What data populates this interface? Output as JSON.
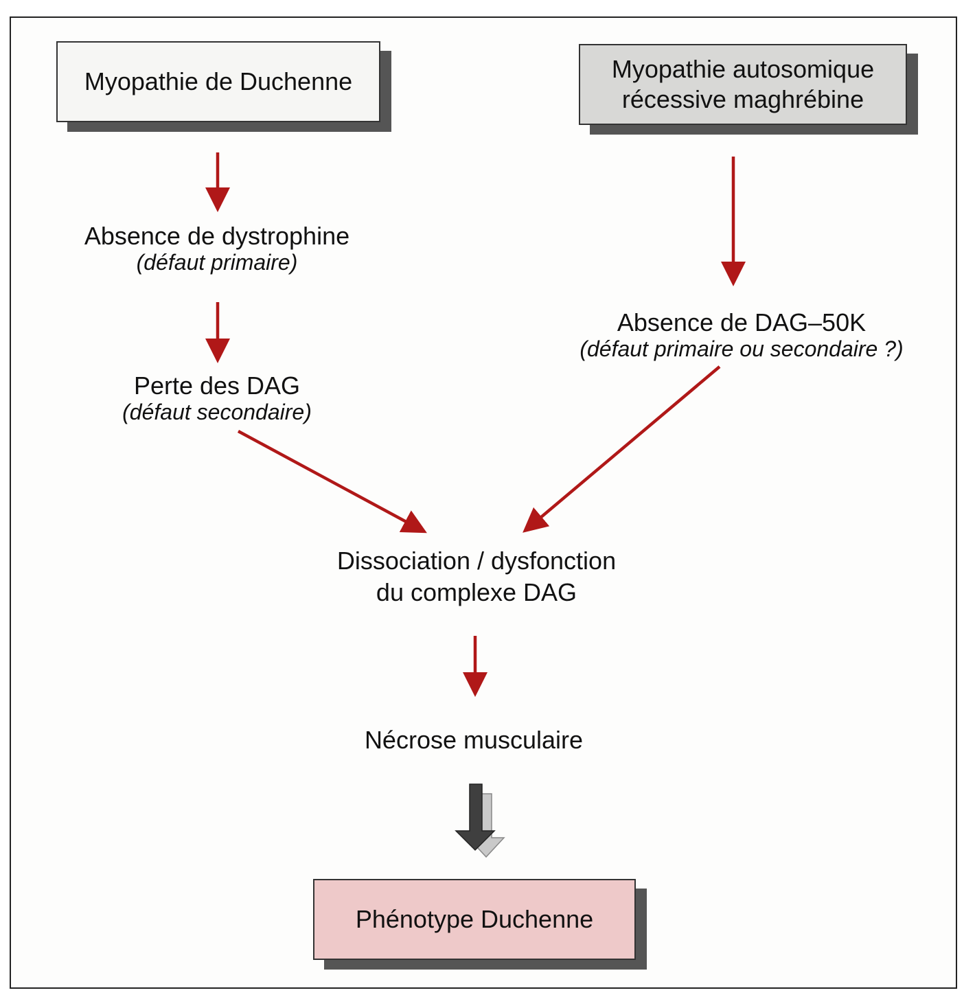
{
  "diagram": {
    "top_left_box": "Myopathie de Duchenne",
    "top_right_box_line1": "Myopathie autosomique",
    "top_right_box_line2": "récessive maghrébine",
    "left_step1": {
      "main": "Absence de dystrophine",
      "sub": "(défaut primaire)"
    },
    "left_step2": {
      "main": "Perte des DAG",
      "sub": "(défaut secondaire)"
    },
    "right_step1": {
      "main": "Absence de DAG–50K",
      "sub": "(défaut primaire ou secondaire ?)"
    },
    "center_line1": "Dissociation / dysfonction",
    "center_line2": "du complexe DAG",
    "necrosis": "Nécrose musculaire",
    "bottom_box": "Phénotype Duchenne"
  },
  "colors": {
    "arrow": "#b01818",
    "bottom_box_fill": "#eec9c9",
    "right_box_fill": "#d8d8d6",
    "left_box_fill": "#f6f6f4"
  }
}
